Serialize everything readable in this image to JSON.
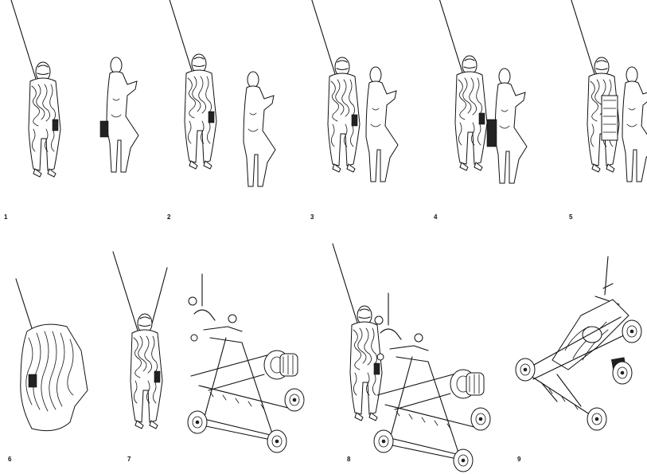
{
  "figure": {
    "panels": [
      {
        "label": "1",
        "content": "figure-with-pole-and-draped-body"
      },
      {
        "label": "2",
        "content": "figure-with-pole-and-draped-body"
      },
      {
        "label": "3",
        "content": "figure-with-pole-and-draped-body"
      },
      {
        "label": "4",
        "content": "figure-with-pole-and-draped-body"
      },
      {
        "label": "5",
        "content": "figure-with-pole-and-draped-body"
      },
      {
        "label": "6",
        "content": "bundled-mass"
      },
      {
        "label": "7",
        "content": "figure-and-cart-frame"
      },
      {
        "label": "8",
        "content": "figure-and-cart-frame"
      },
      {
        "label": "9",
        "content": "cart-with-load"
      }
    ]
  }
}
